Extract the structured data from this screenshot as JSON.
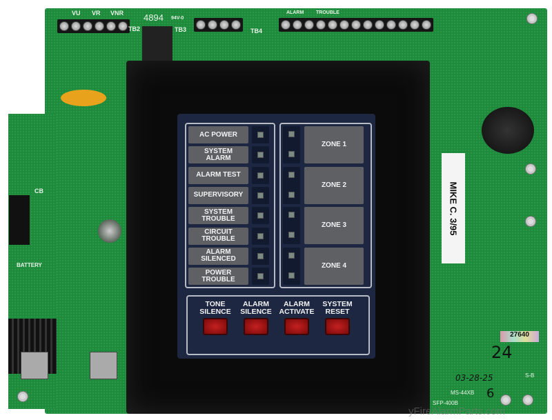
{
  "board": {
    "terminal_labels": [
      "VU",
      "VR",
      "VNR"
    ],
    "part_number": "4894",
    "rating": "94V-0",
    "tb2": "TB2",
    "tb3": "TB3",
    "tb4": "TB4",
    "alarm": "ALARM",
    "trouble": "TROUBLE",
    "cb": "CB",
    "battery": "BATTERY",
    "sticker": "MIKE C. 3/95",
    "serial": "27640",
    "hand_number": "24",
    "hand_date": "03-28-25",
    "model": "MS-44XB",
    "model2": "SFP-400B",
    "sb": "S-B",
    "rev_mark": "6",
    "watermark": "yFireAlarmParts.com",
    "pcb_color": "#1f8a3c"
  },
  "panel": {
    "status_labels": [
      "AC POWER",
      "SYSTEM ALARM",
      "ALARM TEST",
      "SUPERVISORY",
      "SYSTEM TROUBLE",
      "CIRCUIT TROUBLE",
      "ALARM SILENCED",
      "POWER TROUBLE"
    ],
    "zones": [
      "ZONE 1",
      "ZONE 2",
      "ZONE 3",
      "ZONE 4"
    ],
    "buttons": [
      "TONE SILENCE",
      "ALARM SILENCE",
      "ALARM ACTIVATE",
      "SYSTEM RESET"
    ],
    "button_color": "#b01818",
    "panel_color": "#1d2742"
  }
}
